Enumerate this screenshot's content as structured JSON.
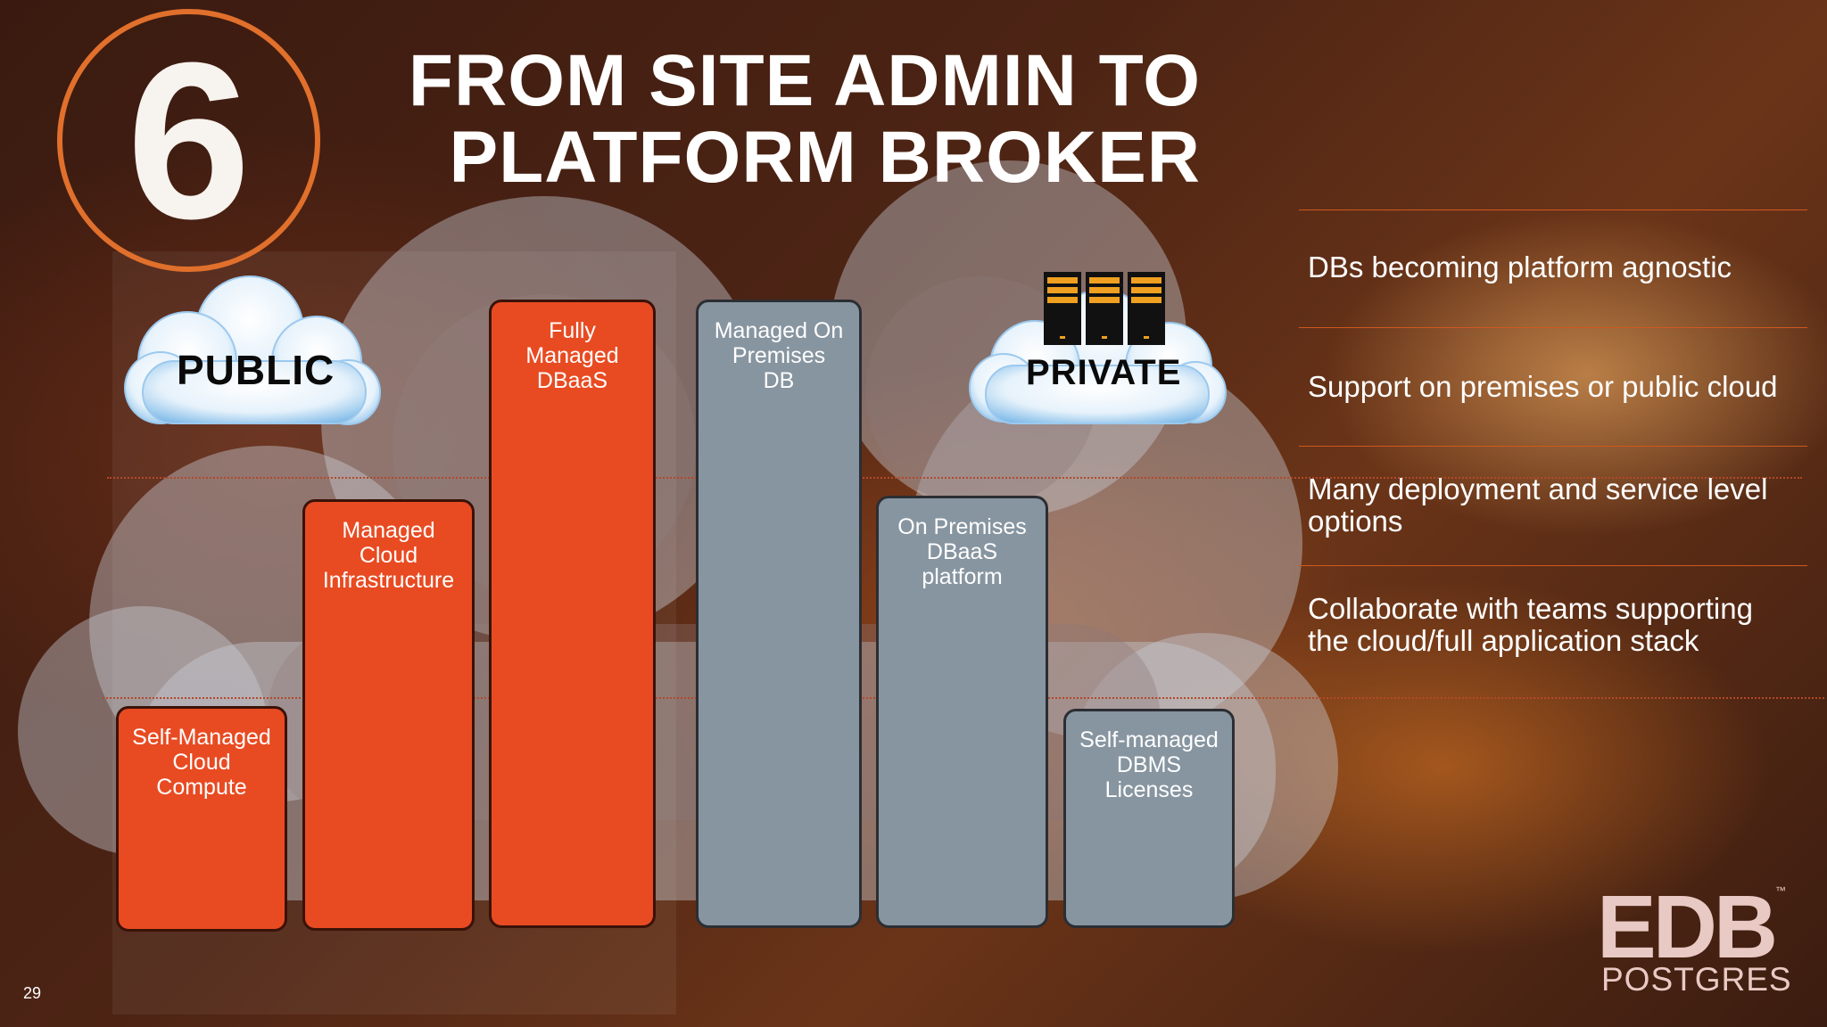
{
  "slide": {
    "number_badge": "6",
    "title_line1": "FROM SITE ADMIN TO",
    "title_line2": "PLATFORM BROKER",
    "page_number": "29"
  },
  "clouds": {
    "public_label": "PUBLIC",
    "private_label": "PRIVATE"
  },
  "bars": [
    {
      "lines": [
        "Self-Managed",
        "Cloud",
        "Compute"
      ],
      "color": "#e84b22"
    },
    {
      "lines": [
        "Managed",
        "Cloud",
        "Infrastructure"
      ],
      "color": "#e84b22"
    },
    {
      "lines": [
        "Fully",
        "Managed",
        "DBaaS"
      ],
      "color": "#e84b22"
    },
    {
      "lines": [
        "Managed On",
        "Premises",
        "DB"
      ],
      "color": "#8795a0"
    },
    {
      "lines": [
        "On Premises",
        "DBaaS",
        "platform"
      ],
      "color": "#8795a0"
    },
    {
      "lines": [
        "Self-managed",
        "DBMS",
        "Licenses"
      ],
      "color": "#8795a0"
    }
  ],
  "points": [
    "DBs becoming platform agnostic",
    "Support on premises or public cloud",
    "Many deployment and service level options",
    "Collaborate with teams supporting the cloud/full application stack"
  ],
  "logo": {
    "brand": "EDB",
    "sub": "POSTGRES",
    "trademark": "™"
  },
  "colors": {
    "accent_orange": "#e84b22",
    "gray_bar": "#8795a0",
    "circle_orange": "#e0702c"
  }
}
